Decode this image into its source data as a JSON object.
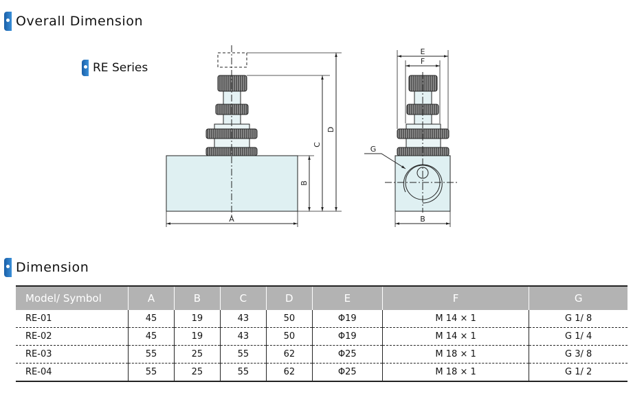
{
  "headings": {
    "overall": "Overall Dimension",
    "series": "RE Series",
    "dimension": "Dimension"
  },
  "diagram_labels": {
    "A": "A",
    "B": "B",
    "C": "C",
    "D": "D",
    "E": "E",
    "F": "F",
    "G": "G"
  },
  "table": {
    "headers": [
      "Model/ Symbol",
      "A",
      "B",
      "C",
      "D",
      "E",
      "F",
      "G"
    ],
    "rows": [
      [
        "RE-01",
        "45",
        "19",
        "43",
        "50",
        "Φ19",
        "M  14 × 1",
        "G 1/ 8"
      ],
      [
        "RE-02",
        "45",
        "19",
        "43",
        "50",
        "Φ19",
        "M  14 × 1",
        "G 1/ 4"
      ],
      [
        "RE-03",
        "55",
        "25",
        "55",
        "62",
        "Φ25",
        "M  18 × 1",
        "G 3/ 8"
      ],
      [
        "RE-04",
        "55",
        "25",
        "55",
        "62",
        "Φ25",
        "M  18 × 1",
        "G 1/ 2"
      ]
    ]
  },
  "colors": {
    "accent": "#2a7cc8",
    "body_fill": "#dff0f2",
    "header_bg": "#b3b3b3"
  }
}
